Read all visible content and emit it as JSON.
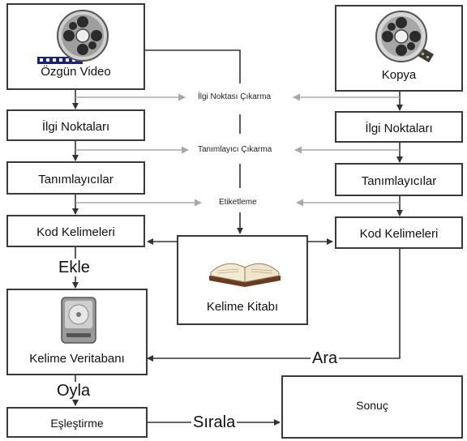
{
  "nodes": {
    "original_video": "Özgün Video",
    "copy": "Kopya",
    "interest_points_left": "İlgi Noktaları",
    "interest_points_right": "İlgi Noktaları",
    "descriptors_left": "Tanımlayıcılar",
    "descriptors_right": "Tanımlayıcılar",
    "codewords_left": "Kod Kelimeleri",
    "codewords_right": "Kod Kelimeleri",
    "codebook": "Kelime Kitabı",
    "word_database": "Kelime Veritabanı",
    "matching": "Eşleştirme",
    "result": "Sonuç"
  },
  "processes": {
    "interest_point_extraction": "İlgi Noktası Çıkarma",
    "descriptor_extraction": "Tanımlayıcı Çıkarma",
    "labeling": "Etiketleme"
  },
  "edges": {
    "add": "Ekle",
    "search": "Ara",
    "vote": "Oyla",
    "sort": "Sırala"
  },
  "icons": [
    "film-reel-icon",
    "film-reel-with-strip-icon",
    "open-book-icon",
    "hard-drive-icon"
  ],
  "colors": {
    "box_border": "#3a3a3a",
    "main_arrow": "#333333",
    "process_arrow": "#a8a8a8"
  }
}
